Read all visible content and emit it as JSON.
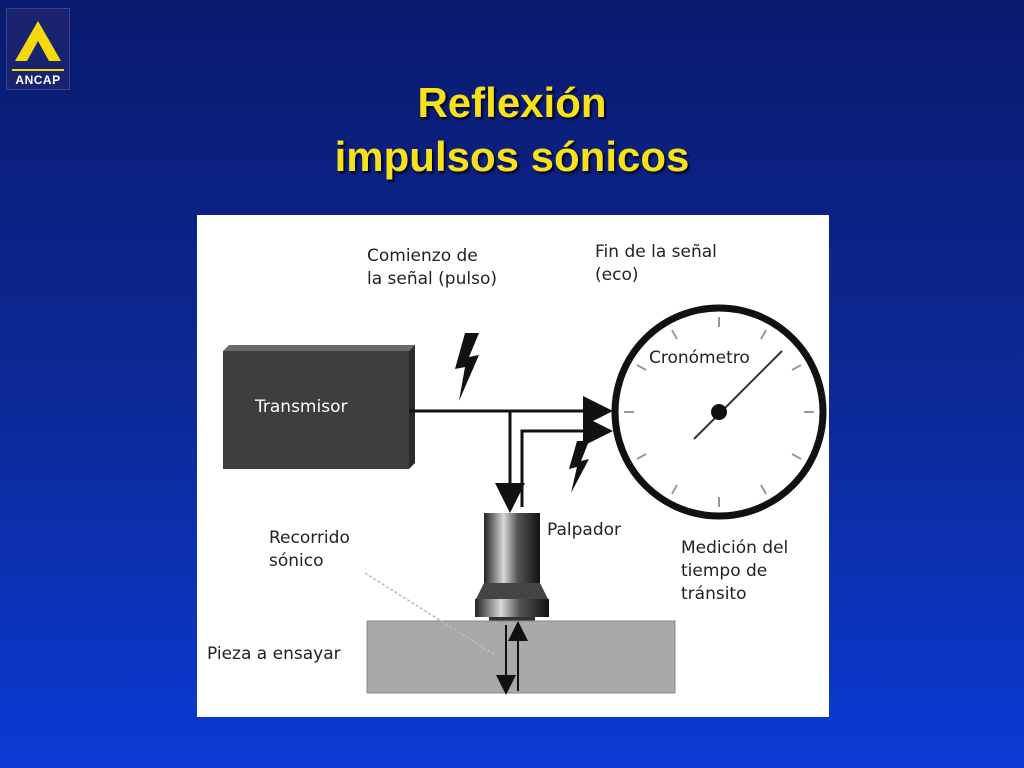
{
  "logo": {
    "text": "ANCAP",
    "colors": {
      "triangle": "#f6d90a",
      "bg": "#1a2370"
    }
  },
  "title": {
    "line1": "Reflexión",
    "line2": "impulsos sónicos"
  },
  "diagram": {
    "labels": {
      "start_line1": "Comienzo de",
      "start_line2": "la señal (pulso)",
      "end_line1": "Fin de la señal",
      "end_line2": "(eco)",
      "transmitter": "Transmisor",
      "chronometer": "Cronómetro",
      "probe": "Palpador",
      "path_line1": "Recorrido",
      "path_line2": "sónico",
      "measure_line1": "Medición del",
      "measure_line2": "tiempo de",
      "measure_line3": "tránsito",
      "piece": "Pieza a ensayar"
    },
    "icons": [
      "lightning-bolt-icon",
      "lightning-bolt-icon"
    ]
  }
}
